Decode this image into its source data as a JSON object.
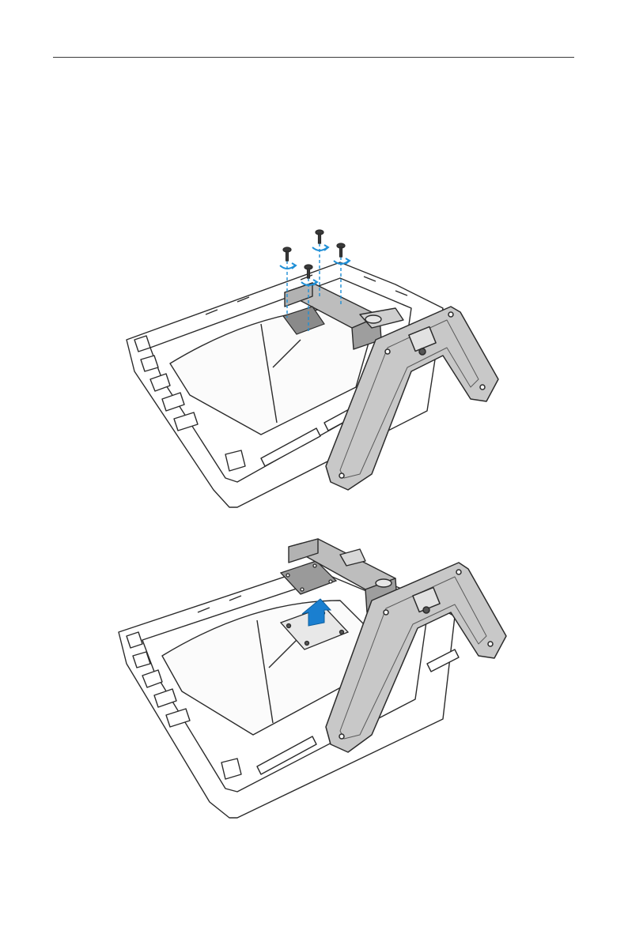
{
  "page": {
    "kind": "manual-page",
    "header_rule": true
  },
  "figures": [
    {
      "id": "step-remove-screws",
      "icons": [
        "screw-icon",
        "rotation-arrow-icon",
        "monitor-back",
        "stand"
      ]
    },
    {
      "id": "step-lift-stand",
      "icons": [
        "lift-arrow-icon",
        "monitor-back",
        "stand",
        "mount-plate"
      ]
    }
  ],
  "colors": {
    "line": "#2b2b2b",
    "stand_fill": "#c8c8c8",
    "stand_dark": "#a9a9a9",
    "accent": "#1f8fd6",
    "arrow_fill": "#1a7fd0"
  }
}
